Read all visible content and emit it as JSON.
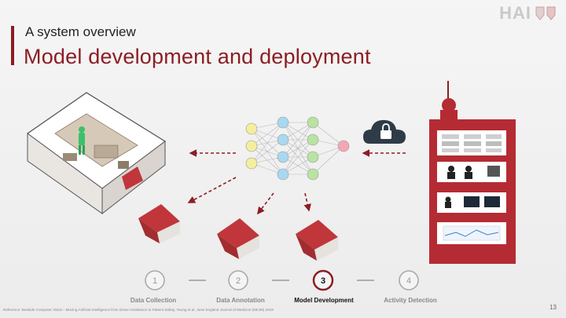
{
  "slide": {
    "kicker": "A system overview",
    "title": "Model development and deployment",
    "logo_text": "HAI",
    "page_number": "13",
    "reference": "Reference: Bedside Computer Vision - Moving Artificial Intelligence from Driver Assistance to Patient Safety, Yeung et al., New England Journal of Medicine (NEJM) 2018",
    "steps": [
      {
        "number": "1",
        "label": "Data Collection",
        "active": false
      },
      {
        "number": "2",
        "label": "Data Annotation",
        "active": false
      },
      {
        "number": "3",
        "label": "Model Development",
        "active": true
      },
      {
        "number": "4",
        "label": "Activity Detection",
        "active": false
      }
    ]
  },
  "colors": {
    "brand_red": "#8c1d24",
    "house_red": "#c0363a",
    "node_yellow": "#f4ef9c",
    "node_blue": "#a9d8f0",
    "node_green": "#b9e3a2",
    "node_pink": "#f4a6b5",
    "cloud_dark": "#2f3b47"
  },
  "icons": [
    "hospital-room-icon",
    "neural-network-icon",
    "cloud-lock-icon",
    "hospital-building-icon",
    "house-icon",
    "arrow-icon"
  ]
}
